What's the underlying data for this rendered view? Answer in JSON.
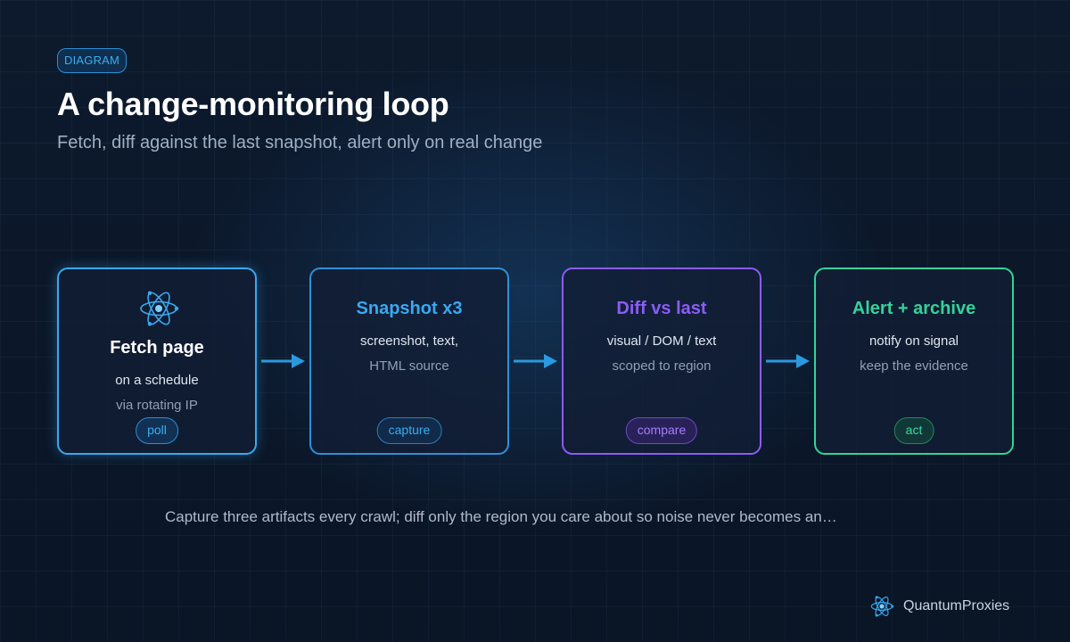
{
  "tag": "DIAGRAM",
  "title": "A change-monitoring loop",
  "subtitle": "Fetch, diff against the last snapshot, alert only on real change",
  "colors": {
    "fetch": "#3aa8f0",
    "capture": "#2f90d6",
    "compare": "#8b5cf6",
    "act": "#34d399"
  },
  "steps": [
    {
      "heading": "Fetch page",
      "line1": "on a schedule",
      "line2": "via rotating IP",
      "tag": "poll",
      "icon": "atom-icon"
    },
    {
      "heading": "Snapshot x3",
      "line1": "screenshot, text,",
      "line2": "HTML source",
      "tag": "capture"
    },
    {
      "heading": "Diff vs last",
      "line1": "visual / DOM / text",
      "line2": "scoped to region",
      "tag": "compare"
    },
    {
      "heading": "Alert + archive",
      "line1": "notify on signal",
      "line2": "keep the evidence",
      "tag": "act"
    }
  ],
  "caption": "Capture three artifacts every crawl; diff only the region you care about so noise never becomes an…",
  "brand": {
    "name": "QuantumProxies",
    "icon": "atom-logo-icon"
  }
}
